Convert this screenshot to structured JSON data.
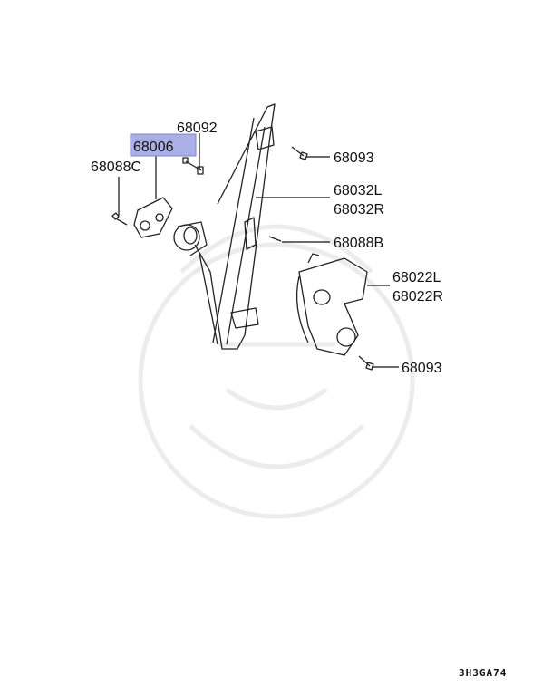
{
  "diagram": {
    "highlight_color": "#aab0e6",
    "callouts": [
      {
        "id": "68092",
        "label": "68092"
      },
      {
        "id": "68006",
        "label": "68006",
        "highlighted": true
      },
      {
        "id": "68088C",
        "label": "68088C"
      },
      {
        "id": "68093-top",
        "label": "68093"
      },
      {
        "id": "68032L",
        "label": "68032L"
      },
      {
        "id": "68032R",
        "label": "68032R"
      },
      {
        "id": "68088B",
        "label": "68088B"
      },
      {
        "id": "68022L",
        "label": "68022L"
      },
      {
        "id": "68022R",
        "label": "68022R"
      },
      {
        "id": "68093-bottom",
        "label": "68093"
      }
    ],
    "diagram_code": "3H3GA74"
  }
}
